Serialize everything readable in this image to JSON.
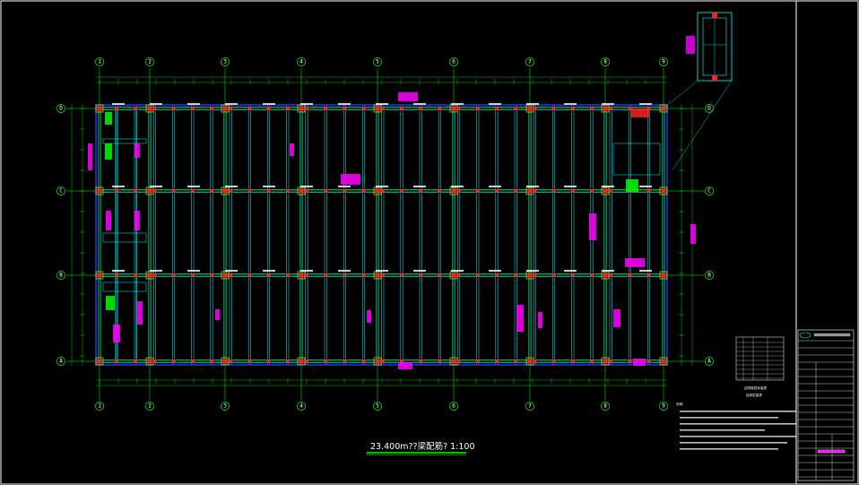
{
  "drawing": {
    "title": "23.400m??梁配筋? 1:100",
    "axes_numbers": [
      "1",
      "2",
      "3",
      "4",
      "5",
      "6",
      "7",
      "8",
      "9"
    ],
    "axes_letters": [
      "D",
      "C",
      "B",
      "A"
    ],
    "notes_heading": "说明：",
    "legend_caption_1": "结构楼层标高表",
    "legend_caption_2": "结构层高表",
    "colors": {
      "background": "#000000",
      "grid": "#00ff00",
      "beam": "#00ffff",
      "column": "#ff2020",
      "label": "#ff00ff",
      "text": "#ffffff",
      "frame": "#ffffff",
      "boundary": "#1e3cff"
    }
  }
}
